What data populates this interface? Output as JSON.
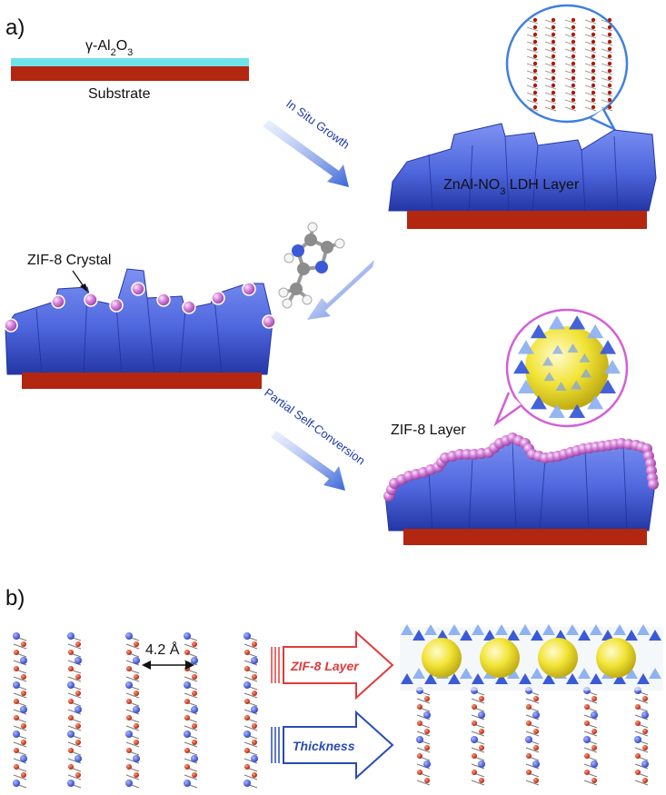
{
  "panels": {
    "a": "a)",
    "b": "b)"
  },
  "labels": {
    "gamma_alumina_prefix": "γ-Al",
    "gamma_alumina_sub1": "2",
    "gamma_alumina_mid": "O",
    "gamma_alumina_sub2": "3",
    "substrate": "Substrate",
    "ldh_prefix": "ZnAl-NO",
    "ldh_sub": "3",
    "ldh_suffix": " LDH Layer",
    "zif_crystal": "ZIF-8 Crystal",
    "zif_layer": "ZIF-8 Layer",
    "spacing": "4.2 Å"
  },
  "arrows": {
    "in_situ_growth": "In Situ Growth",
    "partial_self_conversion": "Partial Self-Conversion",
    "zif8_layer": "ZIF-8 Layer",
    "thickness": "Thickness"
  },
  "colors": {
    "substrate": "#b3260f",
    "alumina": "#6fe3e8",
    "ldh_top": "#5b74e8",
    "ldh_bottom": "#2a3fb0",
    "zif_crystal": "#d478d8",
    "arrow_blue": "#5e86e0",
    "red_arrow": "#e33a3a",
    "blue_arrow": "#2a4cb3",
    "sphere": "#f2e436"
  }
}
